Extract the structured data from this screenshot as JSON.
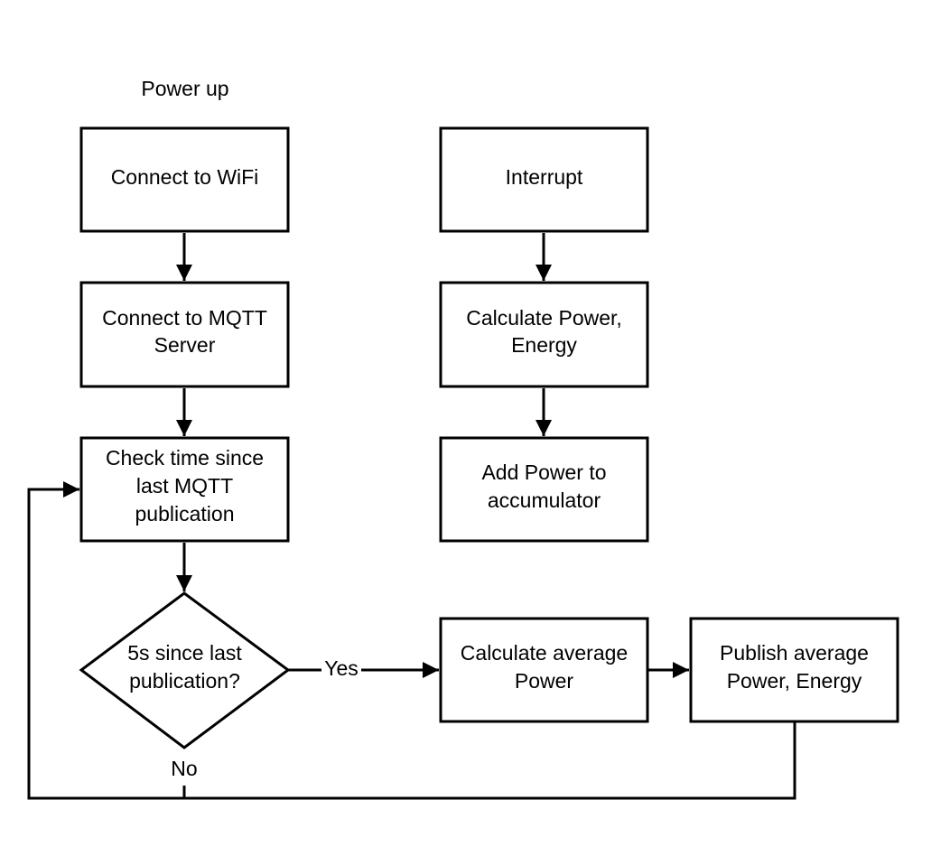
{
  "header": {
    "label": "Power up"
  },
  "nodes": {
    "connect_wifi": {
      "lines": [
        "Connect to WiFi"
      ]
    },
    "connect_mqtt": {
      "lines": [
        "Connect to MQTT",
        "Server"
      ]
    },
    "check_time": {
      "lines": [
        "Check time since",
        "last MQTT",
        "publication"
      ]
    },
    "decision": {
      "lines": [
        "5s since last",
        "publication?"
      ]
    },
    "interrupt": {
      "lines": [
        "Interrupt"
      ]
    },
    "calc_power": {
      "lines": [
        "Calculate Power,",
        "Energy"
      ]
    },
    "add_power": {
      "lines": [
        "Add Power to",
        "accumulator"
      ]
    },
    "calc_avg": {
      "lines": [
        "Calculate average",
        "Power"
      ]
    },
    "publish": {
      "lines": [
        "Publish average",
        "Power, Energy"
      ]
    }
  },
  "edge_labels": {
    "yes": "Yes",
    "no": "No"
  },
  "colors": {
    "stroke": "#000000",
    "background": "#ffffff"
  }
}
